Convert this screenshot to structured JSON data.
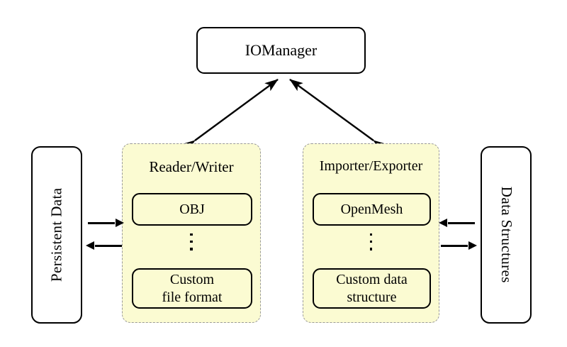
{
  "diagram": {
    "title": "IOManager",
    "manager": {
      "label": "IOManager"
    },
    "left_endpoint": {
      "label": "Persistent Data"
    },
    "right_endpoint": {
      "label": "Data Structures"
    },
    "groups": [
      {
        "id": "reader-writer",
        "title": "Reader/Writer",
        "fill_color": "#fbfbd2",
        "border_color": "#9a9a9a",
        "items": [
          {
            "label": "OBJ"
          },
          {
            "label": "Custom\nfile format",
            "line1": "Custom",
            "line2": "file format"
          }
        ],
        "ellipsis": "⋮"
      },
      {
        "id": "importer-exporter",
        "title": "Importer/Exporter",
        "fill_color": "#fbfbd2",
        "border_color": "#9a9a9a",
        "items": [
          {
            "label": "OpenMesh"
          },
          {
            "label": "Custom data\nstructure",
            "line1": "Custom data",
            "line2": "structure"
          }
        ],
        "ellipsis": "⋮"
      }
    ],
    "connections": [
      {
        "name": "manager-to-reader-writer",
        "from": "IOManager",
        "to": "Reader/Writer",
        "style": "double-arrow"
      },
      {
        "name": "manager-to-importer-exporter",
        "from": "IOManager",
        "to": "Importer/Exporter",
        "style": "double-arrow"
      },
      {
        "name": "persistent-data-to-reader-writer",
        "from": "Persistent Data",
        "to": "Reader/Writer",
        "style": "arrow-right"
      },
      {
        "name": "reader-writer-to-persistent-data",
        "from": "Reader/Writer",
        "to": "Persistent Data",
        "style": "arrow-left"
      },
      {
        "name": "data-structures-to-importer-exporter",
        "from": "Data Structures",
        "to": "Importer/Exporter",
        "style": "arrow-left"
      },
      {
        "name": "importer-exporter-to-data-structures",
        "from": "Importer/Exporter",
        "to": "Data Structures",
        "style": "arrow-right"
      }
    ],
    "colors": {
      "background": "#ffffff",
      "stroke": "#000000",
      "group_fill": "#fbfbd2",
      "group_border": "#9a9a9a"
    }
  }
}
